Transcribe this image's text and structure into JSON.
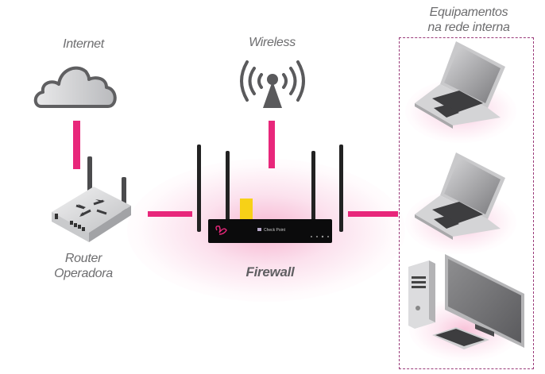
{
  "diagram": {
    "title": "Network topology with firewall",
    "accent_color": "#e8277b",
    "nodes": {
      "internet": {
        "label": "Internet",
        "icon": "cloud-icon"
      },
      "wireless": {
        "label": "Wireless",
        "icon": "wireless-antenna-icon"
      },
      "router": {
        "label_line1": "Router",
        "label_line2": "Operadora",
        "icon": "router-icon"
      },
      "firewall": {
        "label": "Firewall",
        "brand_text": "Check Point",
        "icon": "firewall-appliance-icon"
      },
      "internal": {
        "label_line1": "Equipamentos",
        "label_line2": "na rede interna",
        "devices": [
          {
            "name": "laptop-1",
            "icon": "laptop-icon"
          },
          {
            "name": "laptop-2",
            "icon": "laptop-icon"
          },
          {
            "name": "desktop",
            "icon": "desktop-computer-icon"
          }
        ]
      }
    },
    "connections": [
      {
        "from": "Internet",
        "to": "Router Operadora"
      },
      {
        "from": "Router Operadora",
        "to": "Firewall"
      },
      {
        "from": "Wireless",
        "to": "Firewall"
      },
      {
        "from": "Firewall",
        "to": "Equipamentos na rede interna"
      }
    ]
  }
}
